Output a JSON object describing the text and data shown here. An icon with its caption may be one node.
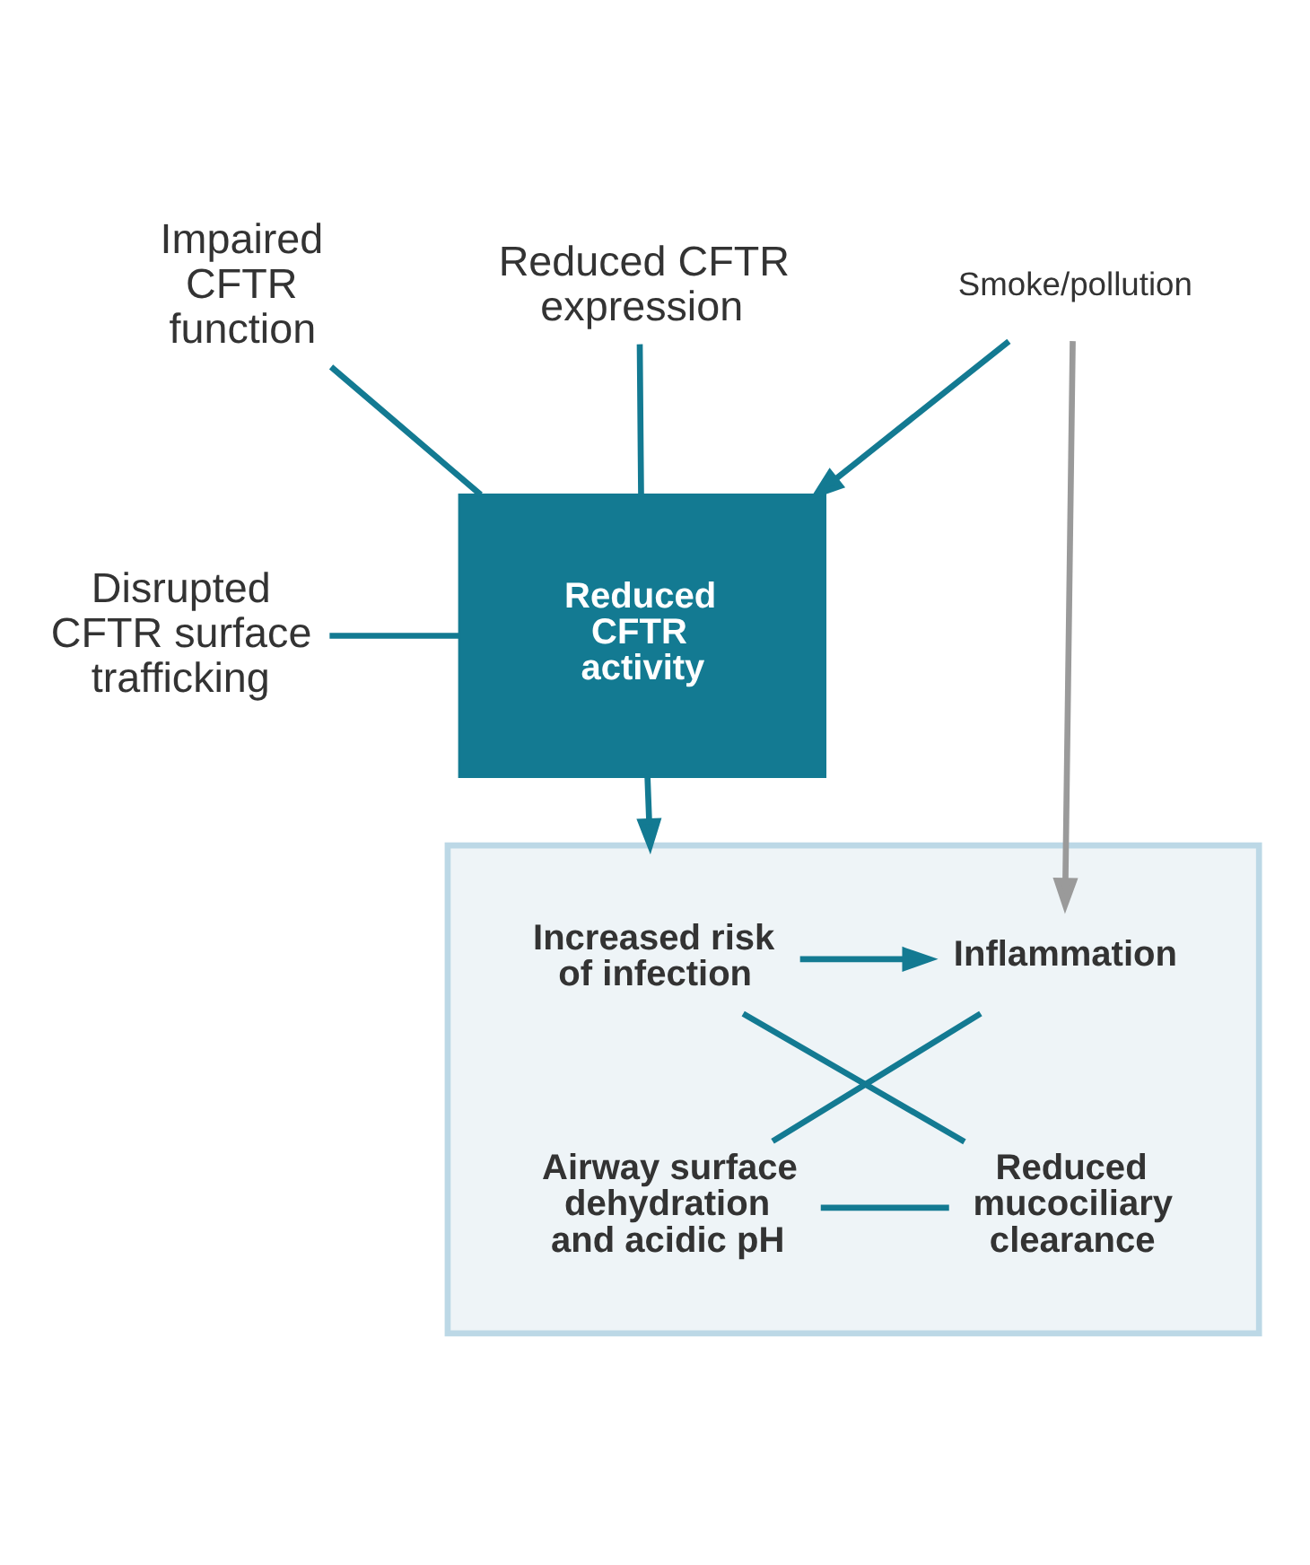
{
  "diagram": {
    "nodes": [
      {
        "text": [
          "Impaired CFTR function"
        ]
      },
      {
        "text": [
          "Disrupted CFTR surface trafficking"
        ]
      },
      {
        "text": [
          "Reduced CFTR expression"
        ]
      },
      {
        "text": [
          "Smoke/pollution"
        ]
      },
      {
        "text": [
          "Reduced CFTR activity"
        ]
      },
      {
        "text": [],
        "shape": "box"
      },
      {
        "text": [
          "Increased risk of infection"
        ],
        "in": 5
      },
      {
        "text": [
          "Inflammation"
        ],
        "in": 5
      },
      {
        "text": [
          "Airway surface dehydration and acidic pH"
        ],
        "in": 5
      },
      {
        "text": [
          "Reduced mucociliary clearance"
        ],
        "in": 5
      }
    ],
    "edges": [
      {
        "from": 0,
        "to": 4,
        "arrow": "none"
      },
      {
        "from": 1,
        "to": 4,
        "arrow": "none"
      },
      {
        "from": 2,
        "to": 4,
        "arrow": "none"
      },
      {
        "from": 3,
        "to": 4,
        "arrow": "to"
      },
      {
        "from": 3,
        "to": 7,
        "arrow": "to",
        "color": "#9a9a9a"
      },
      {
        "from": 4,
        "to": 5,
        "arrow": "to"
      },
      {
        "from": 6,
        "to": 7,
        "arrow": "to"
      },
      {
        "from": 7,
        "to": 8,
        "arrow": "none"
      },
      {
        "from": 8,
        "to": 9,
        "arrow": "none"
      },
      {
        "from": 9,
        "to": 6,
        "arrow": "none"
      }
    ]
  }
}
